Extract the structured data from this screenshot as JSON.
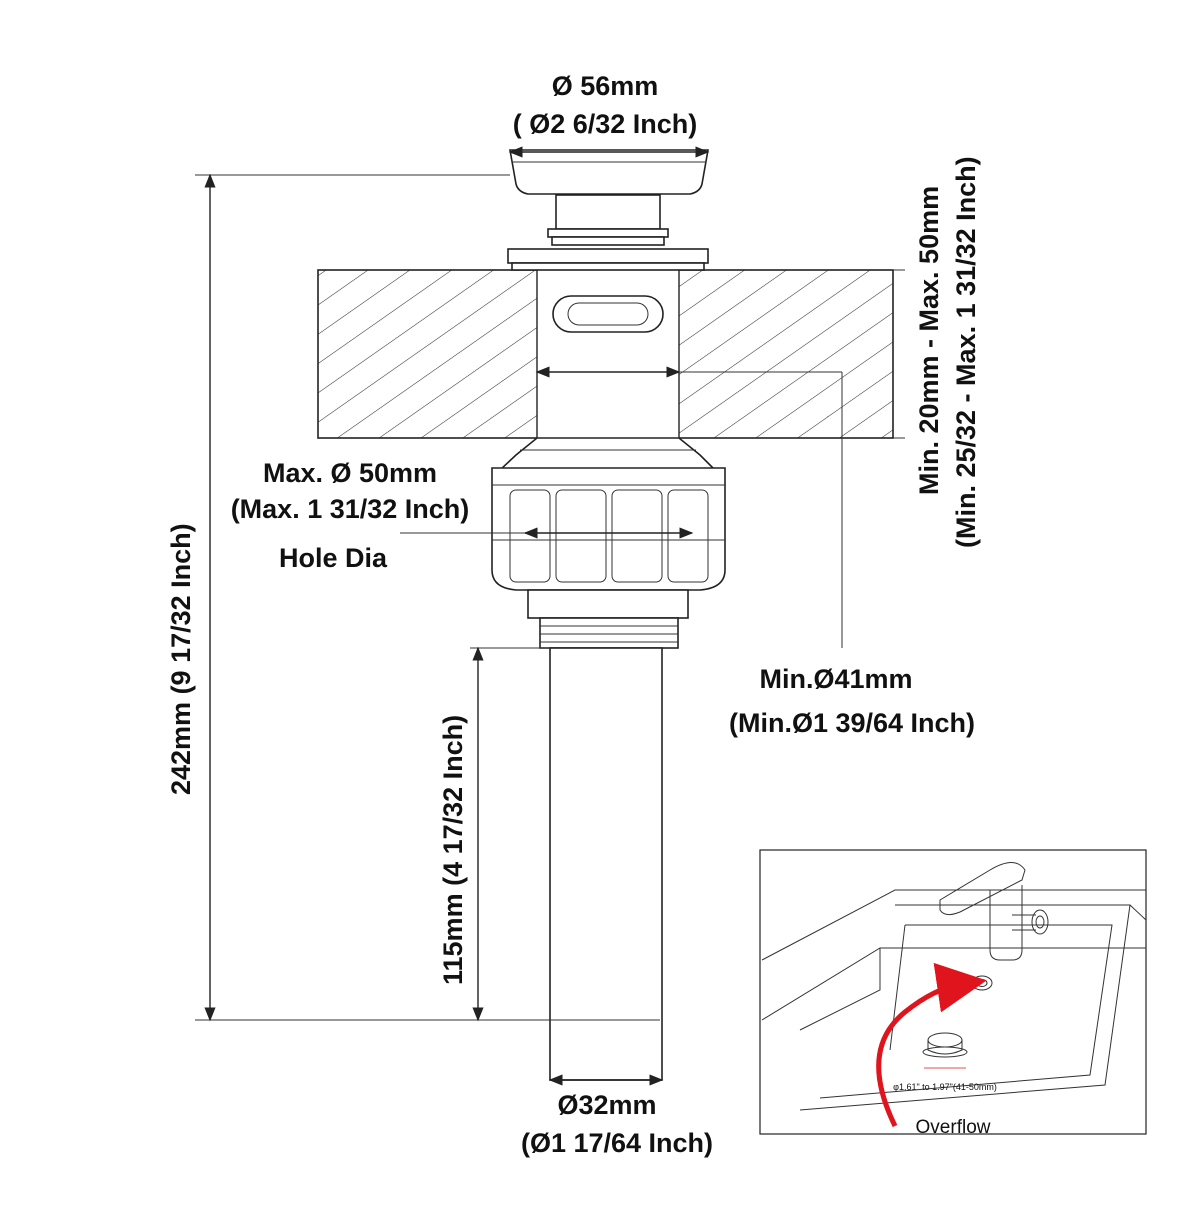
{
  "labels": {
    "top_diameter_mm": "Ø 56mm",
    "top_diameter_in": "( Ø2 6/32 Inch)",
    "thickness_mm": "Min. 20mm - Max. 50mm",
    "thickness_in": "(Min. 25/32 - Max. 1 31/32 Inch)",
    "hole_max_mm": "Max. Ø 50mm",
    "hole_max_in": "(Max. 1 31/32 Inch)",
    "hole_dia": "Hole  Dia",
    "total_height": "242mm  (9 17/32 Inch)",
    "pipe_length": "115mm (4 17/32 Inch)",
    "min_diameter_mm": "Min.Ø41mm",
    "min_diameter_in": "(Min.Ø1 39/64 Inch)",
    "pipe_diameter_mm": "Ø32mm",
    "pipe_diameter_in": "(Ø1 17/64 Inch)"
  },
  "inset": {
    "spec_text": "φ1.61\" to 1.97\"(41-50mm)",
    "overflow_label": "Overflow",
    "arrow_color": "#e0141c"
  }
}
